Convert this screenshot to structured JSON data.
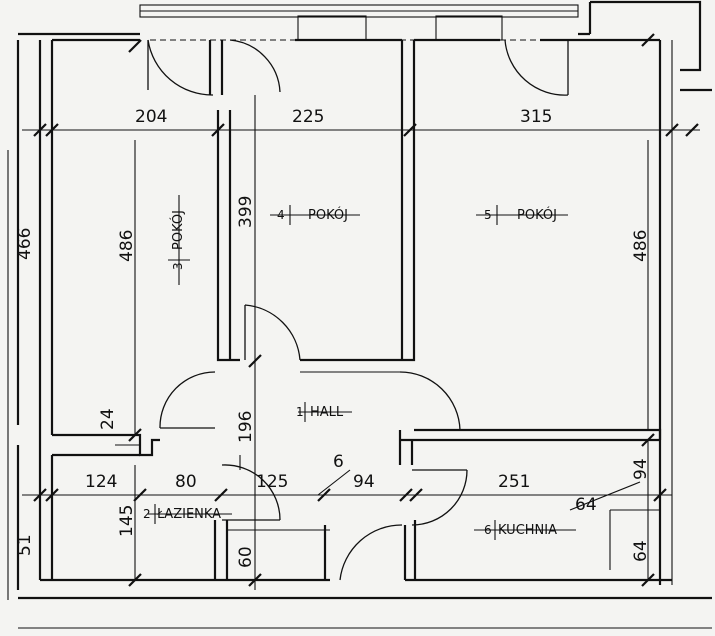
{
  "rooms": [
    {
      "number": "1",
      "name": "HALL"
    },
    {
      "number": "2",
      "name": "ŁAZIENKA"
    },
    {
      "number": "3",
      "name": "POKÓJ"
    },
    {
      "number": "4",
      "name": "POKÓJ"
    },
    {
      "number": "5",
      "name": "POKÓJ"
    },
    {
      "number": "6",
      "name": "KUCHNIA"
    }
  ],
  "dimensions": {
    "top_room3_width": "204",
    "top_room4_width": "225",
    "top_room5_width": "315",
    "room3_height": "486",
    "room4_height": "399",
    "room5_height": "486",
    "hall_height": "196",
    "wall_24": "24",
    "bath_left": "124",
    "bath_width": "80",
    "hall_width": "125",
    "wall_6": "6",
    "hall_94": "94",
    "kitchen_width": "251",
    "kitchen_94": "94",
    "kitchen_64": "64",
    "kitchen_64_right": "64",
    "bath_height": "145",
    "closet_60": "60",
    "left_edge_partial": "466",
    "left_bottom_partial": "51"
  }
}
